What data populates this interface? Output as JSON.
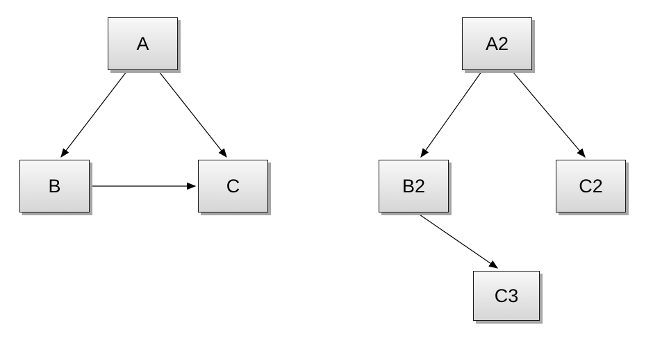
{
  "diagram": {
    "nodes": [
      {
        "id": "A",
        "label": "A"
      },
      {
        "id": "B",
        "label": "B"
      },
      {
        "id": "C",
        "label": "C"
      },
      {
        "id": "A2",
        "label": "A2"
      },
      {
        "id": "B2",
        "label": "B2"
      },
      {
        "id": "C2",
        "label": "C2"
      },
      {
        "id": "C3",
        "label": "C3"
      }
    ],
    "edges": [
      {
        "from": "A",
        "to": "B"
      },
      {
        "from": "A",
        "to": "C"
      },
      {
        "from": "B",
        "to": "C"
      },
      {
        "from": "A2",
        "to": "B2"
      },
      {
        "from": "A2",
        "to": "C2"
      },
      {
        "from": "B2",
        "to": "C3"
      }
    ],
    "colors": {
      "background": "#ffffff",
      "node_fill_top": "#f8f8f8",
      "node_fill_bottom": "#d6d6d6",
      "node_border": "#1a1a1a",
      "node_shadow": "#a6a6a6",
      "edge": "#000000",
      "label": "#000000"
    }
  }
}
